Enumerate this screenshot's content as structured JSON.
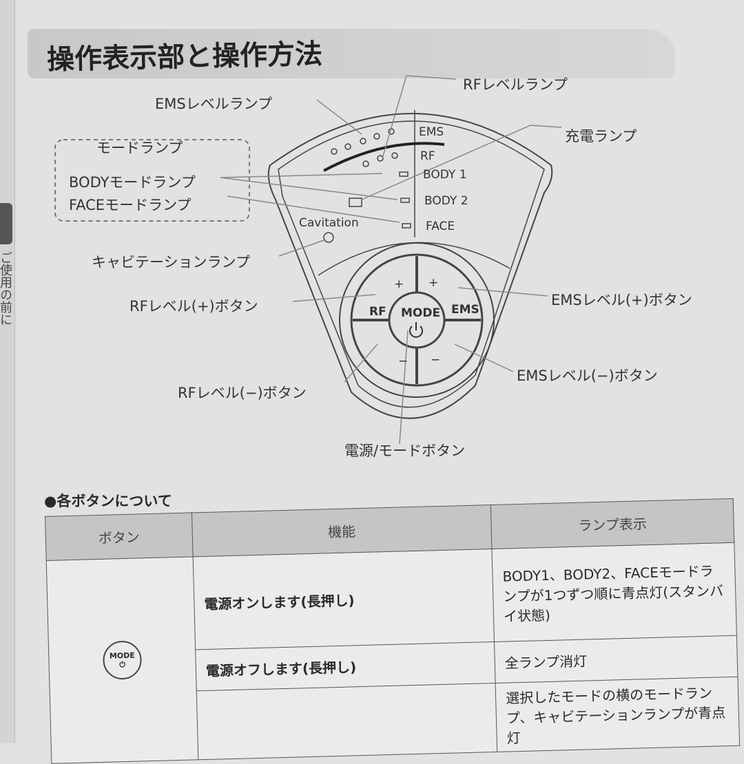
{
  "side_tab": "ご使用の前に",
  "title": "操作表示部と操作方法",
  "callouts": {
    "ems_level_lamp": "EMSレベルランプ",
    "rf_level_lamp": "RFレベルランプ",
    "charge_lamp": "充電ランプ",
    "mode_lamp": "モードランプ",
    "body_mode_lamp": "BODYモードランプ",
    "face_mode_lamp": "FACEモードランプ",
    "cavitation_lamp": "キャビテーションランプ",
    "rf_plus": "RFレベル(+)ボタン",
    "ems_plus": "EMSレベル(+)ボタン",
    "rf_minus": "RFレベル(−)ボタン",
    "ems_minus": "EMSレベル(−)ボタン",
    "power_mode": "電源/モードボタン"
  },
  "device": {
    "ems": "EMS",
    "rf": "RF",
    "body1": "BODY 1",
    "body2": "BODY 2",
    "face": "FACE",
    "cavitation": "Cavitation",
    "btn_rf": "RF",
    "btn_mode": "MODE",
    "btn_ems": "EMS",
    "plus": "+",
    "minus": "−"
  },
  "section_heading": "●各ボタンについて",
  "table": {
    "headers": [
      "ボタン",
      "機能",
      "ランプ表示"
    ],
    "rows": [
      {
        "function": "電源オンします(長押し)",
        "lamp": "BODY1、BODY2、FACEモードランプが1つずつ順に青点灯(スタンバイ状態)"
      },
      {
        "function": "電源オフします(長押し)",
        "lamp": "全ランプ消灯"
      },
      {
        "function": "",
        "lamp": "選択したモードの横のモードランプ、キャビテーションランプが青点灯"
      }
    ],
    "button_icon_label": "MODE"
  }
}
